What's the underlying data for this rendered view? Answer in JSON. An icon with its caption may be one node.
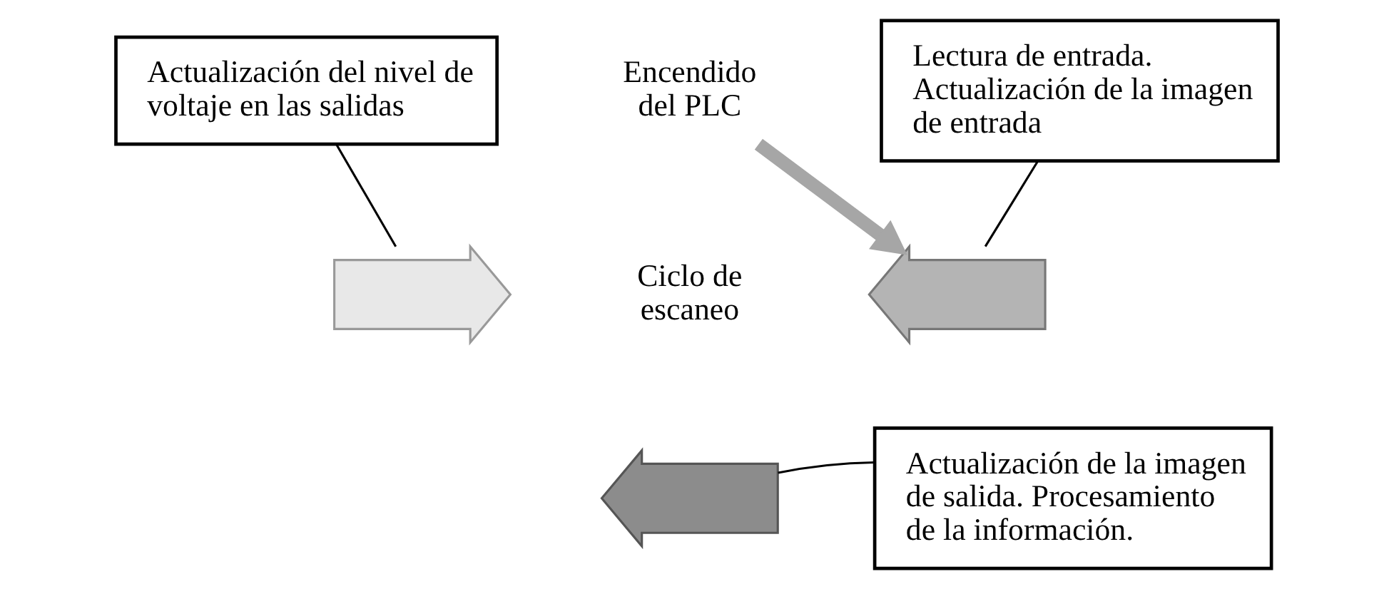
{
  "diagram": {
    "nodes": [
      {
        "text": [
          "Encendido del PLC"
        ]
      },
      {
        "text": [
          "Lectura de entrada. Actualización de la imagen de entrada"
        ]
      },
      {
        "text": [
          "Actualización de la imagen de salida. Procesamiento de la información."
        ]
      },
      {
        "text": [
          "Actualización del nivel de voltaje en las salidas"
        ]
      },
      {
        "text": [
          "Ciclo de escaneo"
        ]
      },
      {
        "text": [],
        "shape": "arrow"
      },
      {
        "text": [],
        "shape": "arrow"
      },
      {
        "text": [],
        "shape": "arrow"
      }
    ],
    "edges": [
      {
        "from": 0,
        "to": 5,
        "arrow": "to",
        "style": "thick",
        "color": "#a6a6a6"
      },
      {
        "from": 1,
        "to": 5,
        "arrow": "none"
      },
      {
        "from": 2,
        "to": 6,
        "arrow": "none"
      },
      {
        "from": 3,
        "to": 7,
        "arrow": "none"
      }
    ]
  }
}
